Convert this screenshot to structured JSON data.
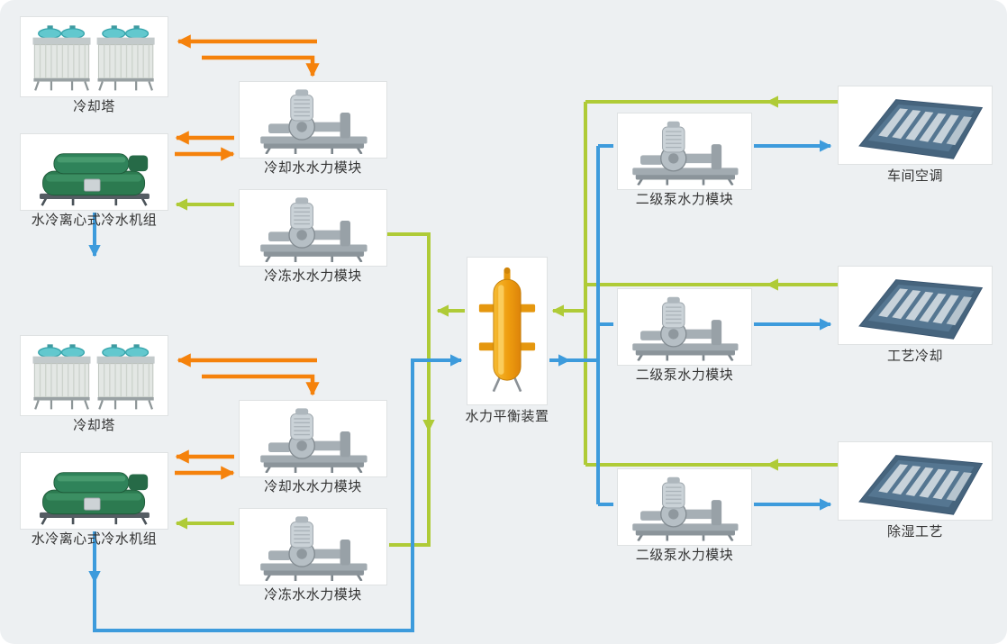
{
  "diagram": {
    "background": "#edf0f2",
    "colors": {
      "cooling_water_loop": "#F5820C",
      "chilled_water_return": "#AFCB37",
      "chilled_water_supply": "#3D9BDC",
      "node_background": "#ffffff",
      "node_border": "#dfe2e3",
      "label_text": "#333333"
    },
    "nodes": {
      "tower1": {
        "label": "冷却塔",
        "icon": "cooling-tower-icon"
      },
      "chiller1": {
        "label": "水冷离心式冷水机组",
        "icon": "chiller-icon"
      },
      "coolmod1": {
        "label": "冷却水水力模块",
        "icon": "pump-module-icon"
      },
      "chillmod1": {
        "label": "冷冻水水力模块",
        "icon": "pump-module-icon"
      },
      "tower2": {
        "label": "冷却塔",
        "icon": "cooling-tower-icon"
      },
      "chiller2": {
        "label": "水冷离心式冷水机组",
        "icon": "chiller-icon"
      },
      "coolmod2": {
        "label": "冷却水水力模块",
        "icon": "pump-module-icon"
      },
      "chillmod2": {
        "label": "冷冻水水力模块",
        "icon": "pump-module-icon"
      },
      "separator": {
        "label": "水力平衡装置",
        "icon": "hydraulic-separator-icon"
      },
      "pump1": {
        "label": "二级泵水力模块",
        "icon": "pump-module-icon"
      },
      "pump2": {
        "label": "二级泵水力模块",
        "icon": "pump-module-icon"
      },
      "pump3": {
        "label": "二级泵水力模块",
        "icon": "pump-module-icon"
      },
      "load1": {
        "label": "车间空调",
        "icon": "factory-floor-icon"
      },
      "load2": {
        "label": "工艺冷却",
        "icon": "factory-floor-icon"
      },
      "load3": {
        "label": "除湿工艺",
        "icon": "factory-floor-icon"
      }
    },
    "edges": [
      {
        "from": "coolmod1",
        "to": "tower1",
        "color": "#F5820C"
      },
      {
        "from": "tower1",
        "to": "coolmod1",
        "color": "#F5820C"
      },
      {
        "from": "coolmod1",
        "to": "chiller1",
        "color": "#F5820C"
      },
      {
        "from": "chiller1",
        "to": "coolmod1",
        "color": "#F5820C"
      },
      {
        "from": "chillmod1",
        "to": "chiller1",
        "color": "#AFCB37"
      },
      {
        "from": "chiller1",
        "to": "separator",
        "color": "#3D9BDC"
      },
      {
        "from": "coolmod2",
        "to": "tower2",
        "color": "#F5820C"
      },
      {
        "from": "tower2",
        "to": "coolmod2",
        "color": "#F5820C"
      },
      {
        "from": "coolmod2",
        "to": "chiller2",
        "color": "#F5820C"
      },
      {
        "from": "chiller2",
        "to": "coolmod2",
        "color": "#F5820C"
      },
      {
        "from": "chillmod2",
        "to": "chiller2",
        "color": "#AFCB37"
      },
      {
        "from": "chiller2",
        "to": "separator",
        "color": "#3D9BDC"
      },
      {
        "from": "separator",
        "to": "chillmod1",
        "color": "#AFCB37"
      },
      {
        "from": "separator",
        "to": "chillmod2",
        "color": "#AFCB37"
      },
      {
        "from": "separator",
        "to": "pump1",
        "color": "#3D9BDC"
      },
      {
        "from": "separator",
        "to": "pump2",
        "color": "#3D9BDC"
      },
      {
        "from": "separator",
        "to": "pump3",
        "color": "#3D9BDC"
      },
      {
        "from": "pump1",
        "to": "load1",
        "color": "#3D9BDC"
      },
      {
        "from": "pump2",
        "to": "load2",
        "color": "#3D9BDC"
      },
      {
        "from": "pump3",
        "to": "load3",
        "color": "#3D9BDC"
      },
      {
        "from": "load1",
        "to": "separator",
        "color": "#AFCB37"
      },
      {
        "from": "load2",
        "to": "separator",
        "color": "#AFCB37"
      },
      {
        "from": "load3",
        "to": "separator",
        "color": "#AFCB37"
      }
    ]
  }
}
